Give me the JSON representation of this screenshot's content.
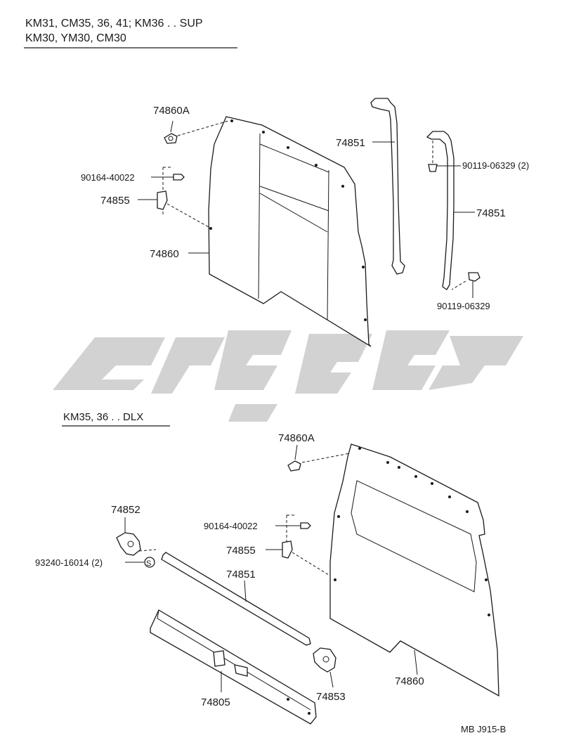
{
  "header": {
    "line1": "KM31, CM35, 36, 41; KM36 . . SUP",
    "line2": "KM30, YM30, CM30"
  },
  "upper": {
    "clip_a": "74860A",
    "screw": "90164-40022",
    "bracket": "74855",
    "board": "74860",
    "strap_left": "74851",
    "bolt_2": "90119-06329 (2)",
    "strap_right": "74851",
    "bolt": "90119-06329"
  },
  "lower": {
    "section_label": "KM35, 36 . . DLX",
    "clip_a": "74860A",
    "screw": "90164-40022",
    "bracket": "74855",
    "board": "74860",
    "bracket_left": "74852",
    "screw_s": "93240-16014 (2)",
    "screw_s_mark": "S",
    "rod": "74851",
    "rail": "74805",
    "bracket_right": "74853"
  },
  "footer_code": "MB  J915-B",
  "watermark_color": "#cfcfcf"
}
